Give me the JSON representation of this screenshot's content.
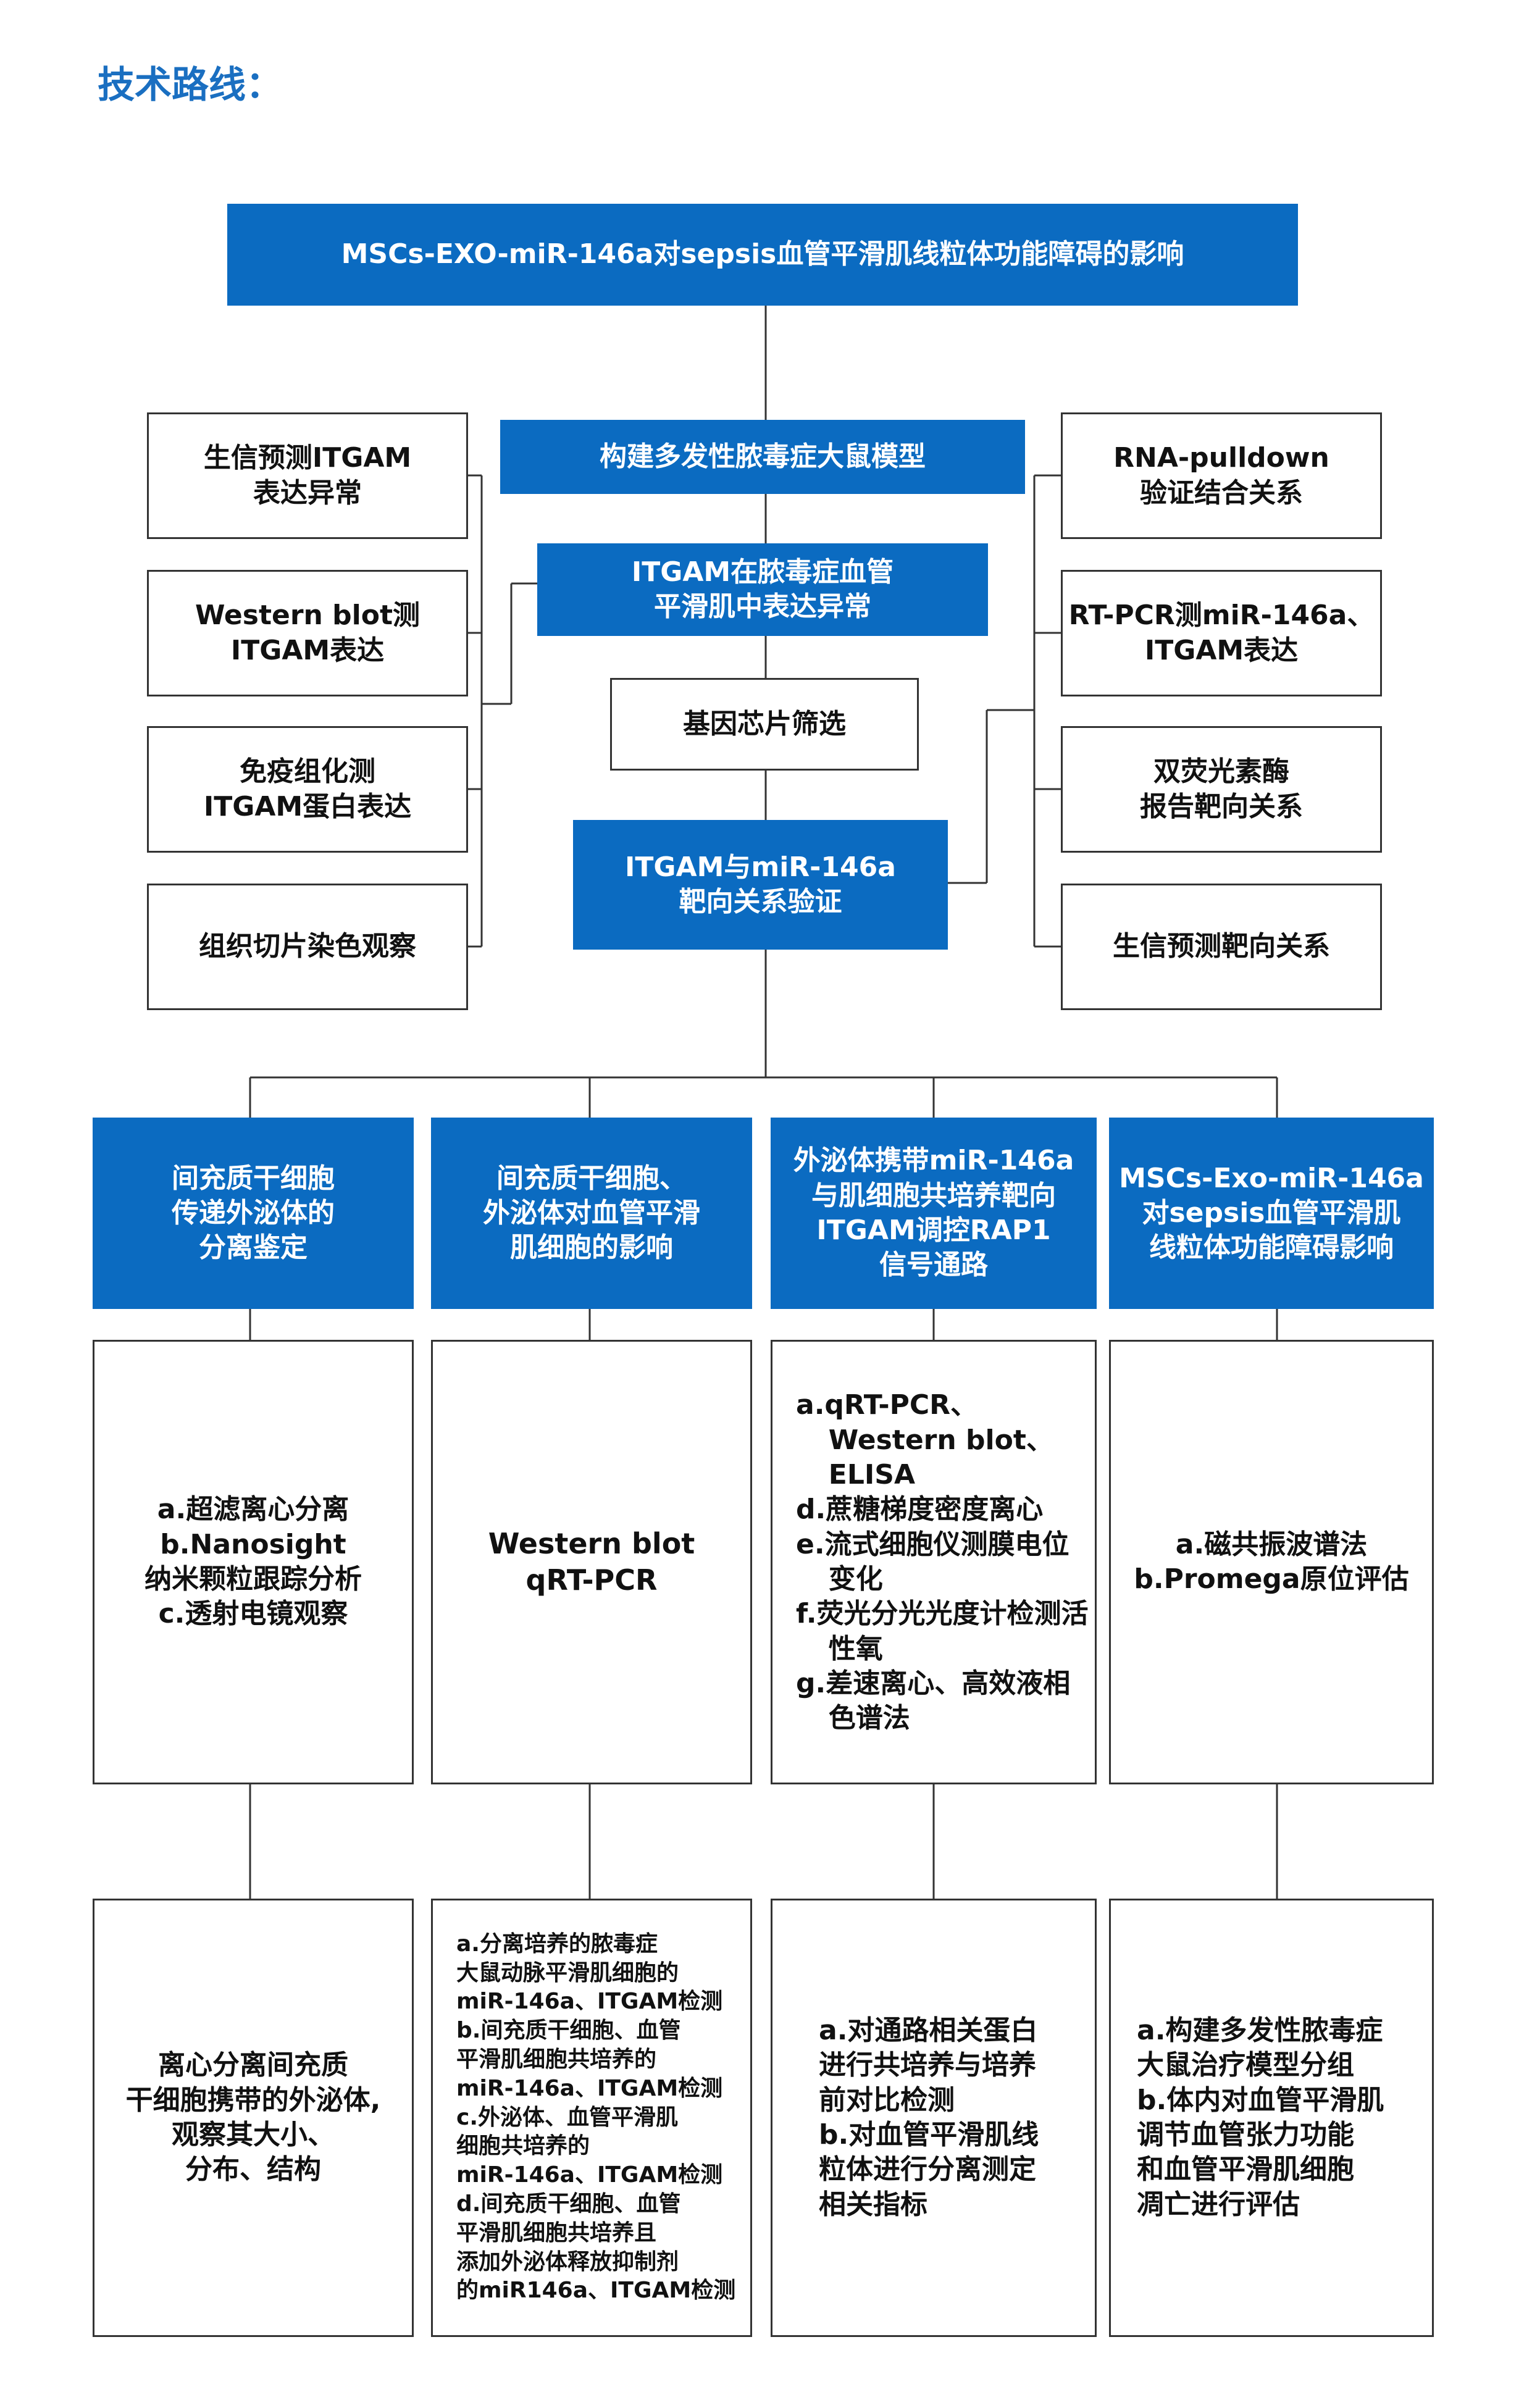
{
  "heading": "技术路线：",
  "top": {
    "title": "MSCs-EXO-miR-146a对sepsis血管平滑肌线粒体功能障碍的影响"
  },
  "center": {
    "model": "构建多发性脓毒症大鼠模型",
    "itgam_abnormal": "ITGAM在脓毒症血管\n平滑肌中表达异常",
    "chip": "基因芯片筛选",
    "targeting": "ITGAM与miR-146a\n靶向关系验证"
  },
  "left": [
    "生信预测ITGAM\n表达异常",
    "Western blot测\nITGAM表达",
    "免疫组化测\nITGAM蛋白表达",
    "组织切片染色观察"
  ],
  "right": [
    "RNA-pulldown\n验证结合关系",
    "RT-PCR测miR-146a、\nITGAM表达",
    "双荧光素酶\n报告靶向关系",
    "生信预测靶向关系"
  ],
  "branches": [
    {
      "title": "间充质干细胞\n传递外泌体的\n分离鉴定",
      "methods": [
        "a.超滤离心分离",
        "b.Nanosight",
        "纳米颗粒跟踪分析",
        "c.透射电镜观察"
      ],
      "results": [
        "离心分离间充质",
        "干细胞携带的外泌体,",
        "观察其大小、",
        "分布、结构"
      ]
    },
    {
      "title": "间充质干细胞、\n外泌体对血管平滑\n肌细胞的影响",
      "methods": [
        "Western blot",
        "qRT-PCR"
      ],
      "results": [
        "a.分离培养的脓毒症",
        "大鼠动脉平滑肌细胞的",
        "miR-146a、ITGAM检测",
        "b.间充质干细胞、血管",
        "平滑肌细胞共培养的",
        "miR-146a、ITGAM检测",
        "c.外泌体、血管平滑肌",
        "细胞共培养的",
        "miR-146a、ITGAM检测",
        "d.间充质干细胞、血管",
        "平滑肌细胞共培养且",
        "添加外泌体释放抑制剂",
        "的miR146a、ITGAM检测"
      ]
    },
    {
      "title": "外泌体携带miR-146a\n与肌细胞共培养靶向\nITGAM调控RAP1\n信号通路",
      "methods": [
        "a.qRT-PCR、Western blot、ELISA",
        "d.蔗糖梯度密度离心",
        "e.流式细胞仪测膜电位变化",
        "f.荧光分光光度计检测活性氧",
        "g.差速离心、高效液相色谱法"
      ],
      "results": [
        "a.对通路相关蛋白",
        "进行共培养与培养",
        "前对比检测",
        "b.对血管平滑肌线",
        "粒体进行分离测定",
        "相关指标"
      ]
    },
    {
      "title": "MSCs-Exo-miR-146a\n对sepsis血管平滑肌\n线粒体功能障碍影响",
      "methods": [
        "a.磁共振波谱法",
        "b.Promega原位评估"
      ],
      "results": [
        "a.构建多发性脓毒症",
        "大鼠治疗模型分组",
        "b.体内对血管平滑肌",
        "调节血管张力功能",
        "和血管平滑肌细胞",
        "凋亡进行评估"
      ]
    }
  ],
  "colors": {
    "blue": "#0b6bc1",
    "line": "#333333",
    "heading": "#1a6fc1"
  }
}
